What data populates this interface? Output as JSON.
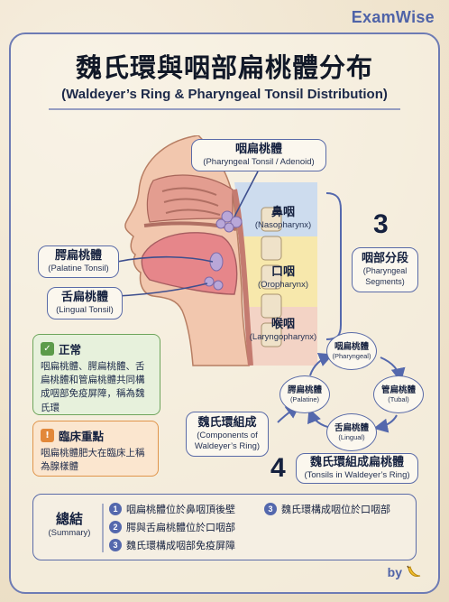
{
  "brand": "ExamWise",
  "title": {
    "zh": "魏氏環與咽部扁桃體分布",
    "en": "(Waldeyer’s Ring & Pharyngeal Tonsil Distribution)"
  },
  "labels": {
    "pharyngeal_tonsil": {
      "zh": "咽扁桃體",
      "en": "(Pharyngeal Tonsil / Adenoid)"
    },
    "palatine_tonsil": {
      "zh": "腭扁桃體",
      "en": "(Palatine Tonsil)"
    },
    "lingual_tonsil": {
      "zh": "舌扁桃體",
      "en": "(Lingual Tonsil)"
    }
  },
  "regions": {
    "nasopharynx": {
      "zh": "鼻咽",
      "en": "(Nasopharynx)",
      "color": "#c9d9f0"
    },
    "oropharynx": {
      "zh": "口咽",
      "en": "(Oropharynx)",
      "color": "#f7e7a6"
    },
    "laryngopharynx": {
      "zh": "喉咽",
      "en": "(Laryngopharynx)",
      "color": "#f3cfc2"
    }
  },
  "segments": {
    "number": "3",
    "zh": "咽部分段",
    "en": "(Pharyngeal Segments)"
  },
  "ring": {
    "nodes": [
      {
        "zh": "咽扁桃體",
        "en": "(Pharyngeal)"
      },
      {
        "zh": "管扁桃體",
        "en": "(Tubal)"
      },
      {
        "zh": "舌扁桃體",
        "en": "(Lingual)"
      },
      {
        "zh": "腭扁桃體",
        "en": "(Palatine)"
      }
    ],
    "components": {
      "zh": "魏氏環組成",
      "en": "(Components of Waldeyer’s Ring)"
    },
    "count": {
      "number": "4",
      "zh": "魏氏環組成扁桃體",
      "en": "(Tonsils in Waldeyer’s Ring)"
    }
  },
  "notes": {
    "normal": {
      "title": "正常",
      "icon": "check-icon",
      "body": "咽扁桃體、腭扁桃體、舌扁桃體和管扁桃體共同構成咽部免疫屏障，稱為魏氏環"
    },
    "clinical": {
      "title": "臨床重點",
      "icon": "warning-icon",
      "body": "咽扁桃體肥大在臨床上稱為腺樣體"
    }
  },
  "summary": {
    "zh": "總結",
    "en": "(Summary)",
    "items": [
      {
        "num": "1",
        "text": "咽扁桃體位於鼻咽頂後壁"
      },
      {
        "num": "2",
        "text": "腭與舌扁桃體位於口咽部"
      },
      {
        "num": "3",
        "text": "魏氏環構成咽部免疫屏障"
      },
      {
        "num": "3",
        "text": "魏氏環構成咽位於口咽部"
      }
    ]
  },
  "footer": {
    "by": "by",
    "icon": "banana-icon"
  },
  "colors": {
    "accent": "#5468ad",
    "tissue": "#e7a396",
    "tonsil": "#b9a7d8",
    "green": "#6ea55c",
    "orange": "#e0954b"
  }
}
